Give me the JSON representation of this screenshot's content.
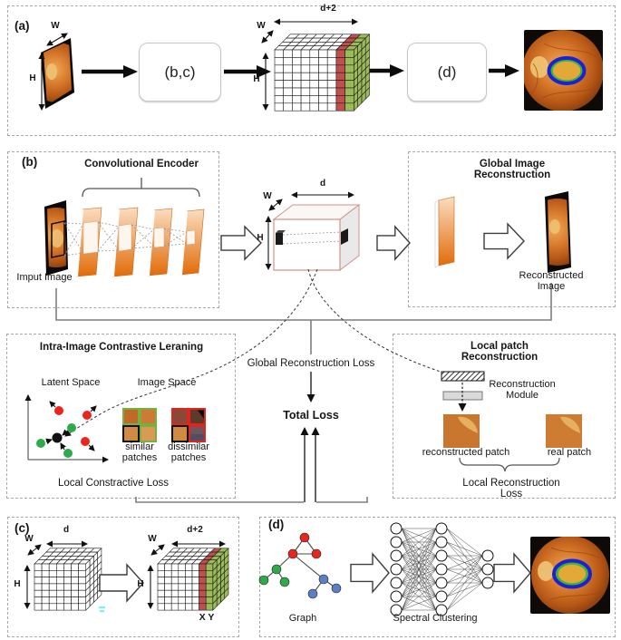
{
  "colors": {
    "cube_red": "#c0504d",
    "cube_green": "#9bbb59",
    "feature_orange": "#e36c09",
    "cube_outline_pink": "#cf9287",
    "node_red": "#e9251d",
    "node_green": "#2dab4a",
    "node_blue": "#5c7ec5",
    "contour_blue": "#1b22d6",
    "contour_green": "#3bb438",
    "similar_border_green": "#76b041",
    "dissimilar_border_red": "#e0261c"
  },
  "panel_a": {
    "label": "(a)",
    "w": "W",
    "h": "H",
    "d_plus_2": "d+2",
    "box_bc": "(b,c)",
    "box_d": "(d)"
  },
  "panel_b": {
    "label": "(b)",
    "title": "Convolutional Encoder",
    "input_label": "Imput Image",
    "w": "W",
    "h": "H",
    "d": "d"
  },
  "panel_gir": {
    "title": "Global Image Reconstruction",
    "recon_label": "Reconstructed Image"
  },
  "losses": {
    "global": "Global Reconstruction Loss",
    "total": "Total Loss"
  },
  "panel_intra": {
    "title": "Intra-Image Contrastive Leraning",
    "latent": "Latent Space",
    "image_space": "Image Space",
    "similar": "similar\npatches",
    "dissimilar": "dissimilar\npatches",
    "loss": "Local Constractive Loss"
  },
  "panel_lpr": {
    "title": "Local patch Reconstruction",
    "module": "Reconstruction\nModule",
    "recon_patch": "reconstructed patch",
    "real_patch": "real patch",
    "loss": "Local Reconstruction Loss"
  },
  "panel_c": {
    "label": "(c)",
    "d": "d",
    "d_plus_2": "d+2",
    "w": "W",
    "h": "H",
    "xy": "X Y"
  },
  "panel_d": {
    "label": "(d)",
    "graph_label": "Graph",
    "spectral_label": "Spectral Clustering"
  }
}
